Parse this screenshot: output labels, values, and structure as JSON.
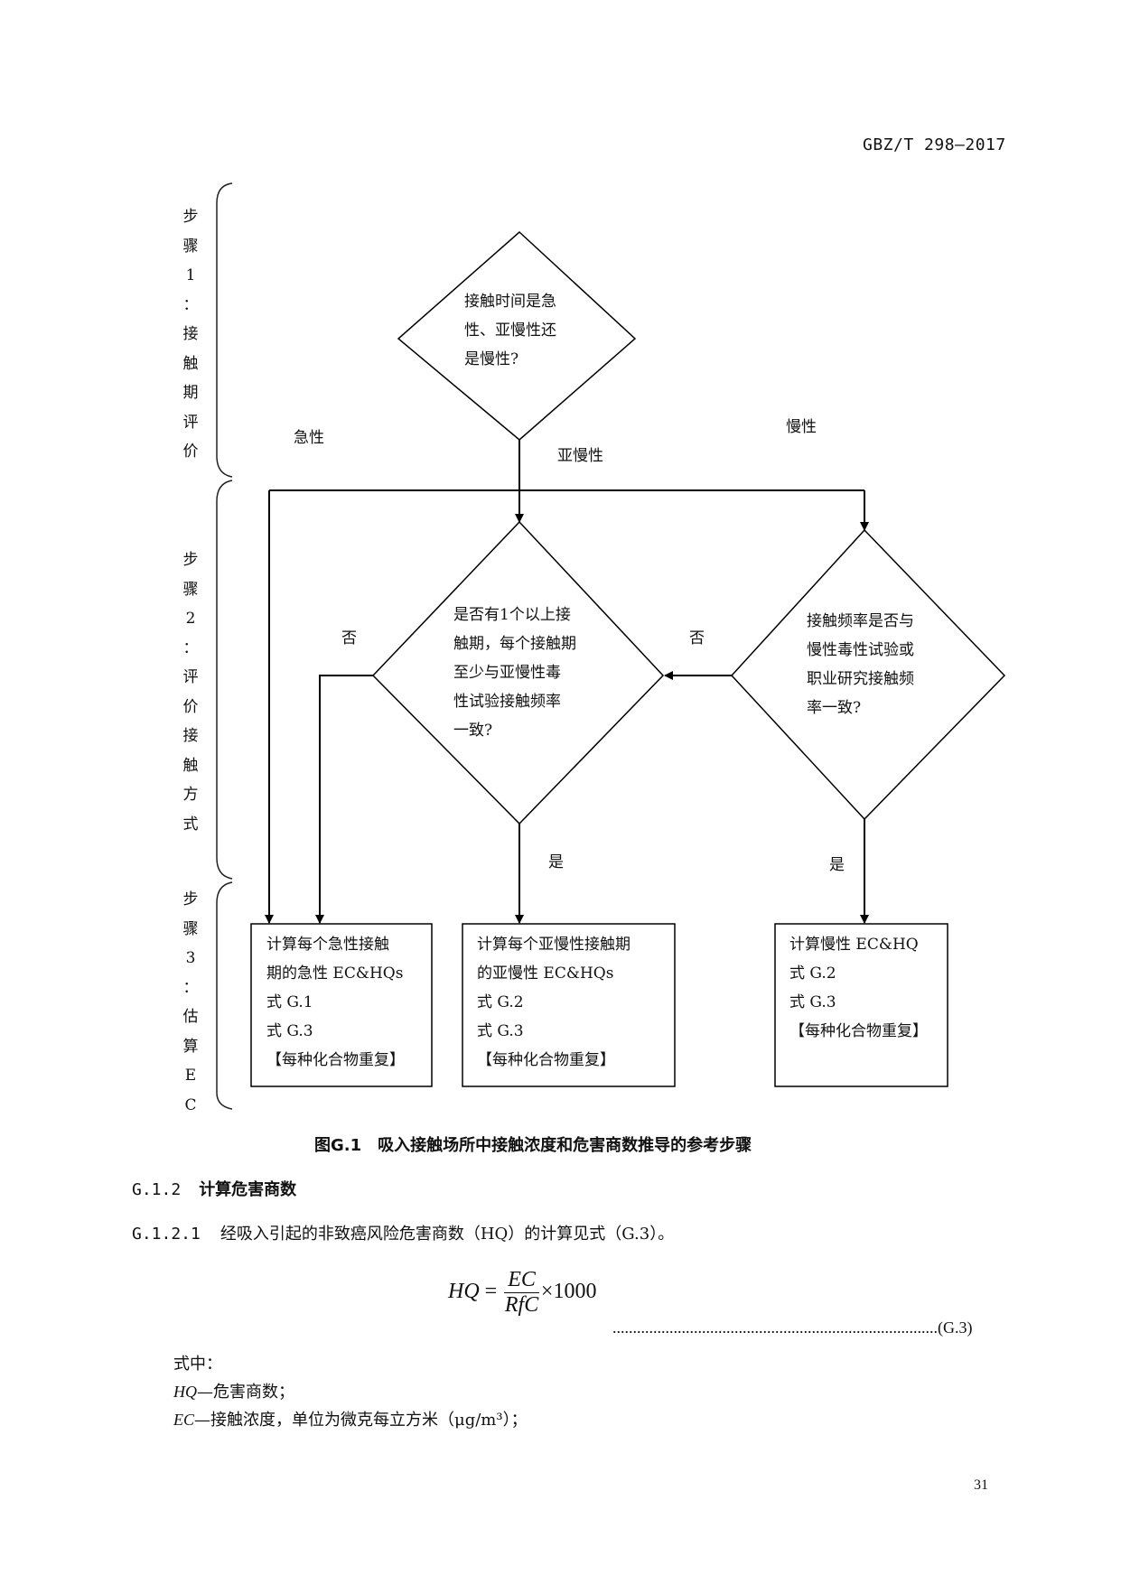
{
  "header": {
    "standard_code": "GBZ/T 298—2017"
  },
  "steps": [
    {
      "chars": [
        "步",
        "骤",
        "1",
        "：",
        "接",
        "触",
        "期",
        "评",
        "价"
      ]
    },
    {
      "chars": [
        "步",
        "骤",
        "2",
        "：",
        "评",
        "价",
        "接",
        "触",
        "方",
        "式"
      ]
    },
    {
      "chars": [
        "步",
        "骤",
        "3",
        "：",
        "估",
        "算",
        "E",
        "C"
      ]
    }
  ],
  "flowchart": {
    "decision1": {
      "lines": [
        "接触时间是急",
        "性、亚慢性还",
        "是慢性?"
      ]
    },
    "branch_labels": {
      "acute": "急性",
      "subchronic": "亚慢性",
      "chronic": "慢性"
    },
    "decision2": {
      "lines": [
        "是否有1个以上接",
        "触期，每个接触期",
        "至少与亚慢性毒",
        "性试验接触频率",
        "一致?"
      ]
    },
    "decision3": {
      "lines": [
        "接触频率是否与",
        "慢性毒性试验或",
        "职业研究接触频",
        "率一致?"
      ]
    },
    "no_label_left": "否",
    "no_label_right": "否",
    "yes_label_mid": "是",
    "yes_label_right": "是",
    "box1": {
      "lines": [
        "计算每个急性接触",
        "期的急性 EC&HQs",
        "式 G.1",
        "式 G.3",
        "【每种化合物重复】"
      ]
    },
    "box2": {
      "lines": [
        "计算每个亚慢性接触期",
        "的亚慢性 EC&HQs",
        "式 G.2",
        "式 G.3",
        "【每种化合物重复】"
      ]
    },
    "box3": {
      "lines": [
        "计算慢性 EC&HQ",
        "式 G.2",
        "式 G.3",
        "【每种化合物重复】"
      ]
    }
  },
  "figure_caption": "图G.1　吸入接触场所中接触浓度和危害商数推导的参考步骤",
  "section": {
    "number": "G.1.2",
    "title": "计算危害商数"
  },
  "paragraph": {
    "number": "G.1.2.1",
    "text": "经吸入引起的非致癌风险危害商数（HQ）的计算见式（G.3）。"
  },
  "formula": {
    "lhs": "HQ",
    "eq": "=",
    "numerator": "EC",
    "denominator": "RfC",
    "times": "×",
    "factor": "1000",
    "label": "(G.3)",
    "leader": "................................................................................"
  },
  "where": {
    "intro": "式中：",
    "items": [
      {
        "symbol": "HQ",
        "desc": "—危害商数；"
      },
      {
        "symbol": "EC",
        "desc": "—接触浓度，单位为微克每立方米（μg/m³）；"
      }
    ]
  },
  "page_number": "31"
}
